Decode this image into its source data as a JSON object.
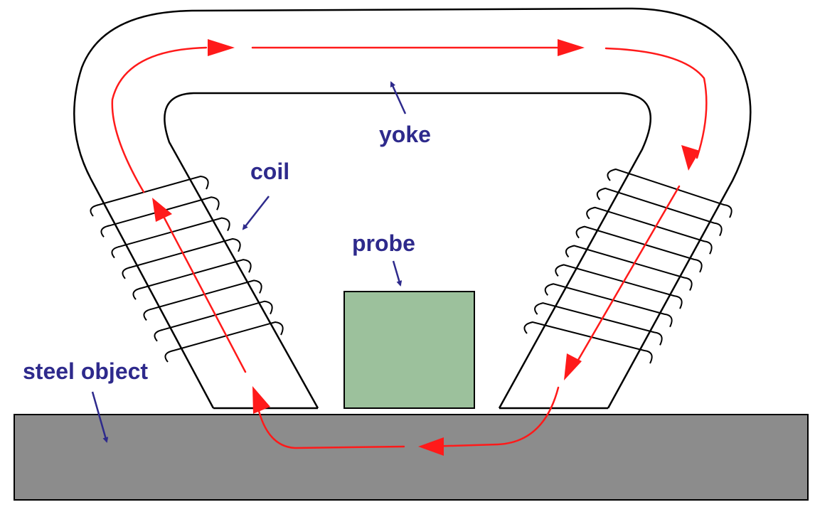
{
  "labels": {
    "yoke": "yoke",
    "coil": "coil",
    "probe": "probe",
    "steel": "steel object"
  },
  "colors": {
    "label": "#2e2a8c",
    "flux": "#ff1a1a",
    "outline": "#000000",
    "steel_fill": "#8c8c8c",
    "probe_fill": "#9cc19c"
  }
}
